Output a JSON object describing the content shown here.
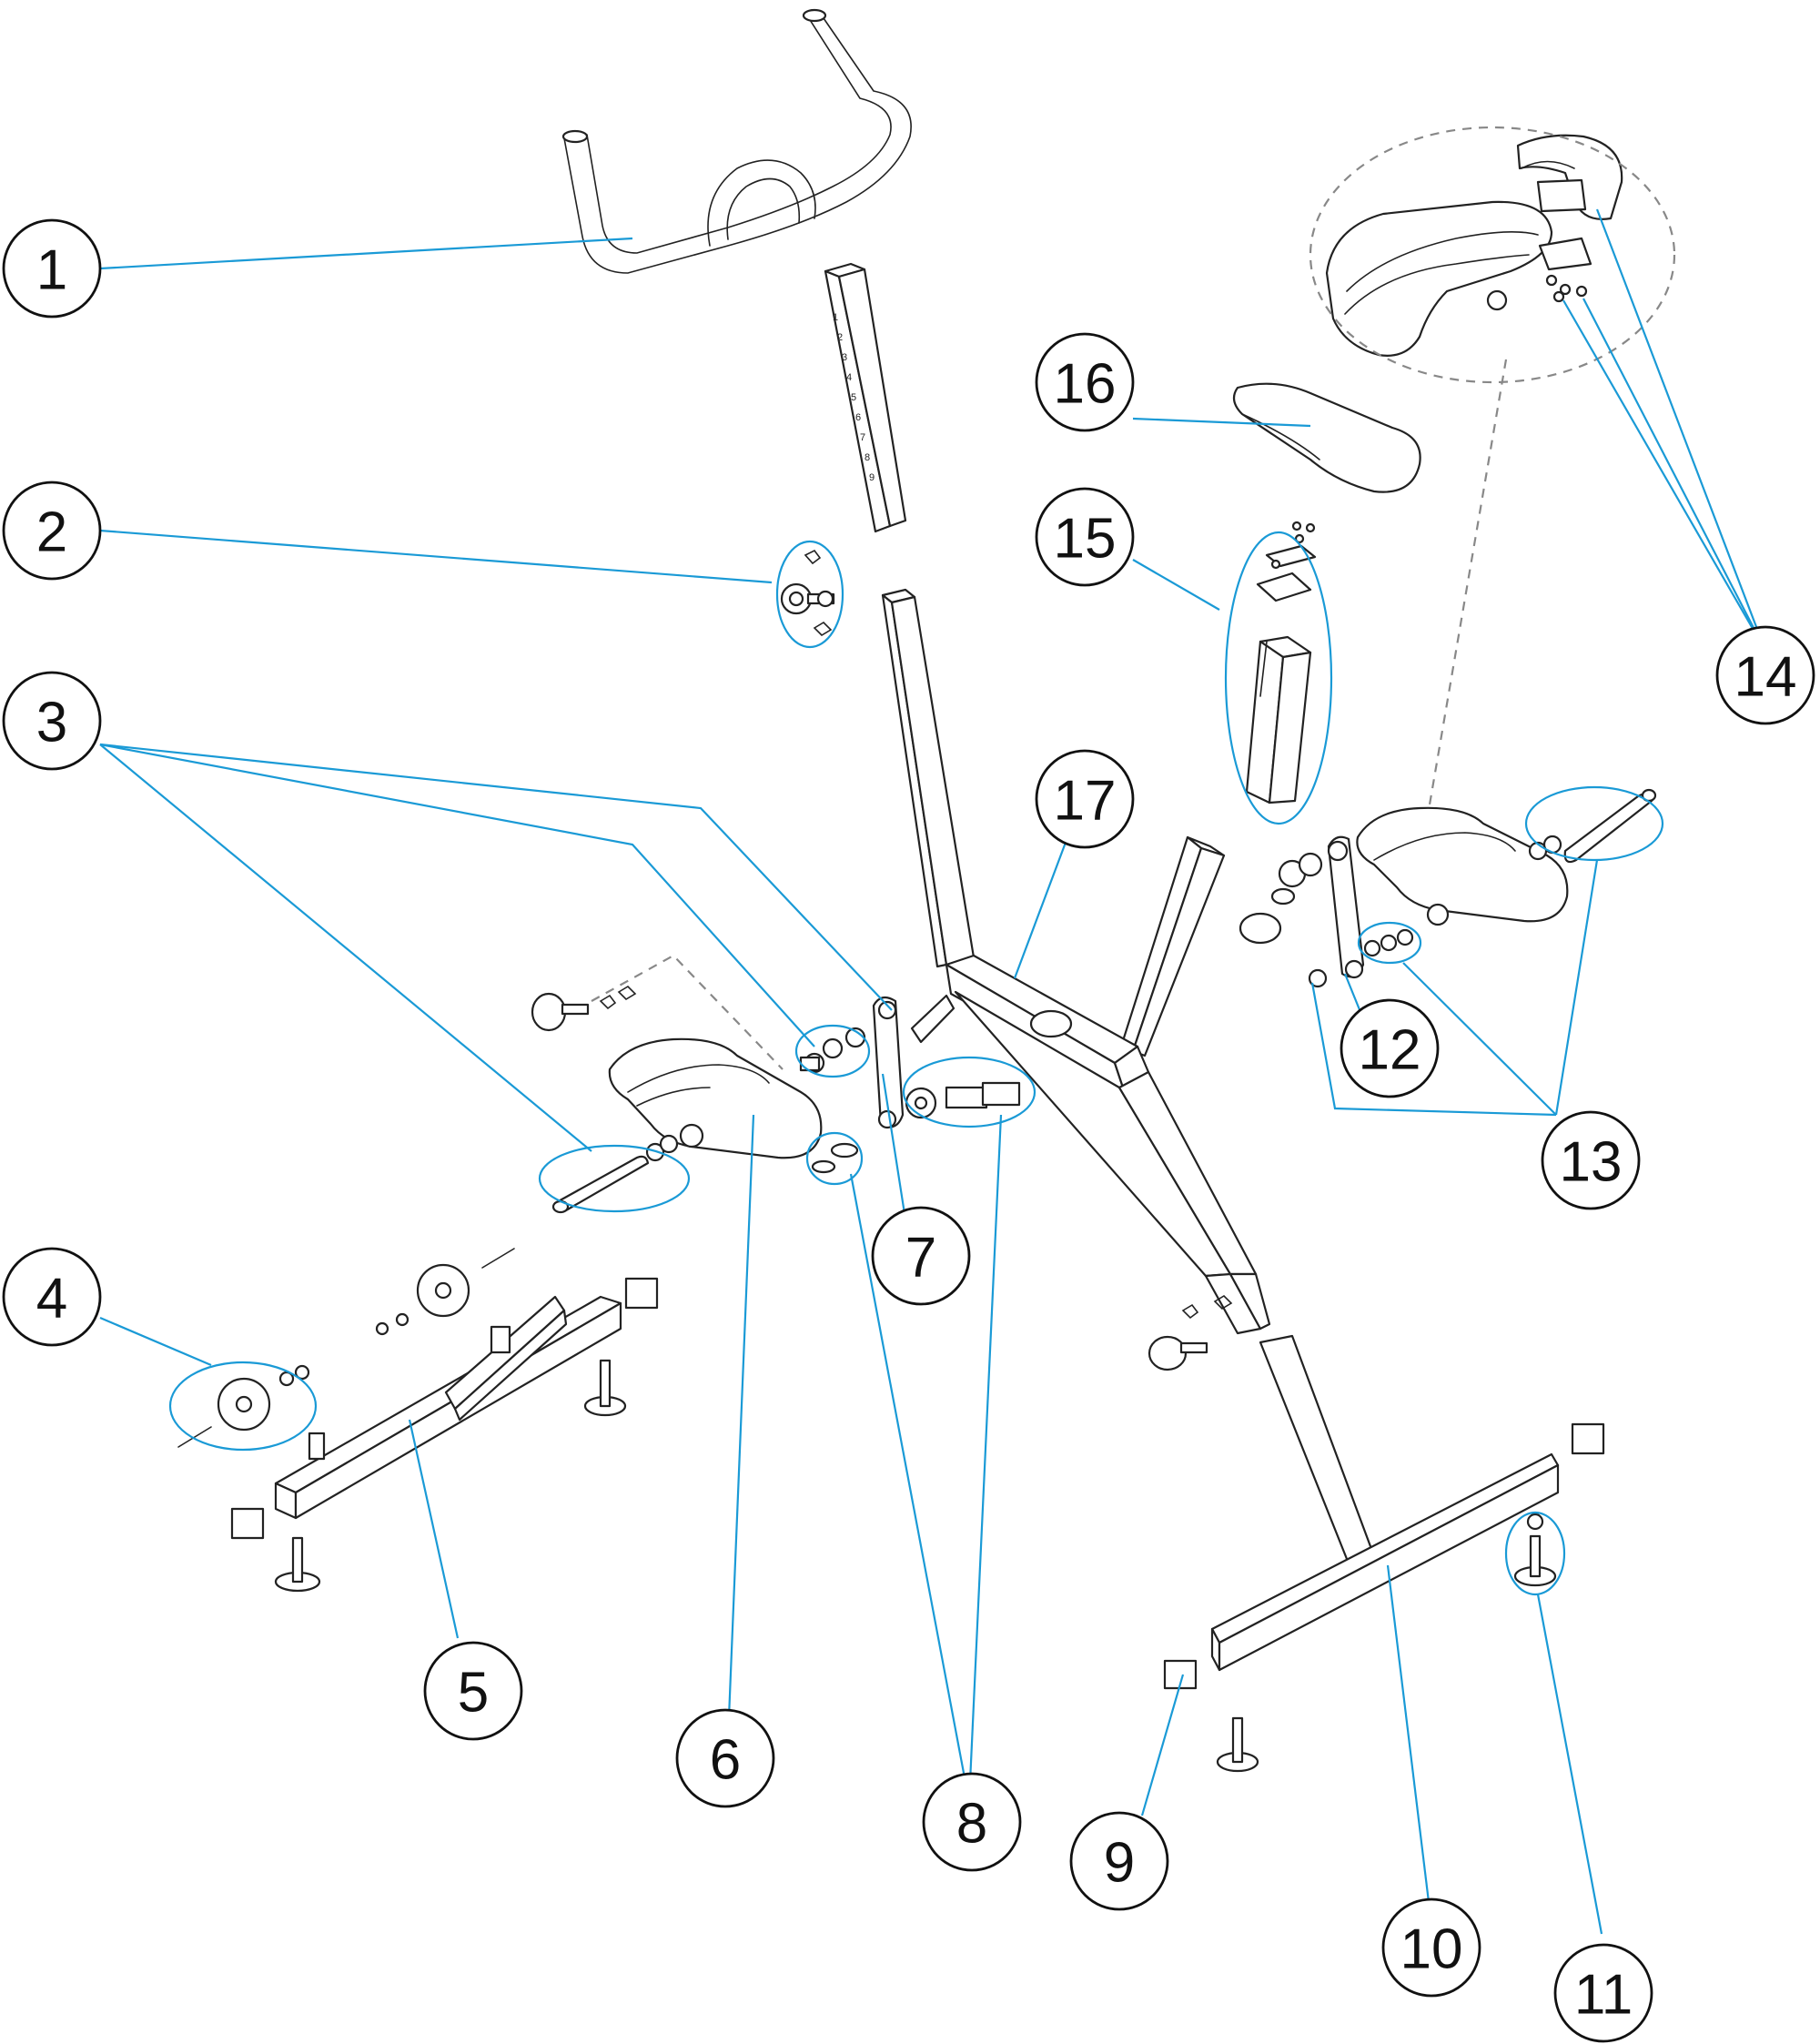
{
  "diagram": {
    "description_free": true,
    "callouts": [
      {
        "id": "callout-1",
        "label": "1"
      },
      {
        "id": "callout-2",
        "label": "2"
      },
      {
        "id": "callout-3",
        "label": "3"
      },
      {
        "id": "callout-4",
        "label": "4"
      },
      {
        "id": "callout-5",
        "label": "5"
      },
      {
        "id": "callout-6",
        "label": "6"
      },
      {
        "id": "callout-7",
        "label": "7"
      },
      {
        "id": "callout-8",
        "label": "8"
      },
      {
        "id": "callout-9",
        "label": "9"
      },
      {
        "id": "callout-10",
        "label": "10"
      },
      {
        "id": "callout-11",
        "label": "11"
      },
      {
        "id": "callout-12",
        "label": "12"
      },
      {
        "id": "callout-13",
        "label": "13"
      },
      {
        "id": "callout-14",
        "label": "14"
      },
      {
        "id": "callout-15",
        "label": "15"
      },
      {
        "id": "callout-16",
        "label": "16"
      },
      {
        "id": "callout-17",
        "label": "17"
      }
    ],
    "handlebar_post_marks": [
      "1",
      "2",
      "3",
      "4",
      "5",
      "6",
      "7",
      "8",
      "9"
    ],
    "colors": {
      "leader": "#1a9ad6",
      "outline": "#222222",
      "dashed": "#888888"
    }
  }
}
